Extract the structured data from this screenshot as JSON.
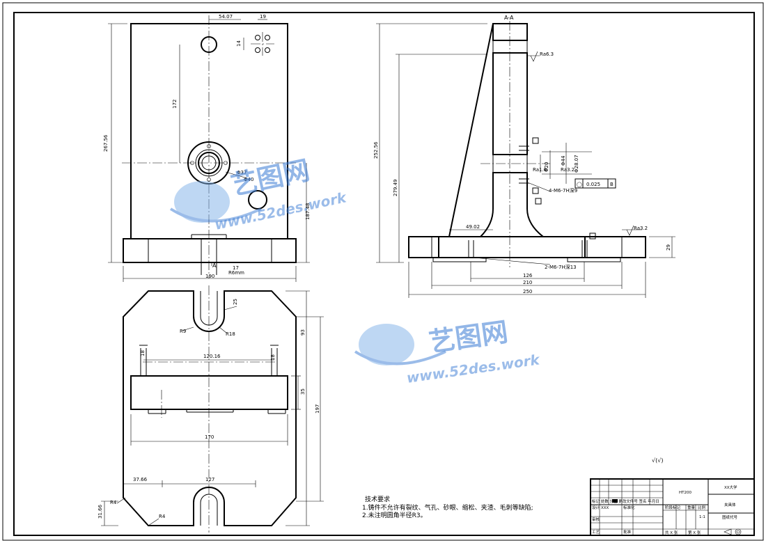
{
  "section_label": "A-A",
  "section_cut_label": "A",
  "front_view": {
    "dims": {
      "top_offset": "54.07",
      "hole_pitch_x": "19",
      "hole_pitch_y": "14",
      "height_left": "267.56",
      "height_inner": "172",
      "bore_dia_small": "Φ37",
      "bore_dia_large": "Φ40",
      "height_right": "187.48",
      "width_bottom": "190",
      "slot_width": "17",
      "slot_depth": "R6mm"
    }
  },
  "section_view": {
    "dims": {
      "height_outer": "252.56",
      "height_inner": "279.49",
      "rib_width": "49.02",
      "base_height": "29",
      "hole_spacing": "126",
      "base_inner": "210",
      "base_total": "250",
      "bore_small": "Φ20",
      "bore_mid": "Φ28.07",
      "bore_large": "Φ44",
      "tol_frame": "0.025",
      "datum": "B",
      "flatness_sym": "◯",
      "thread_top": "4-M6-7H深9",
      "thread_base": "2-M6-7H深13",
      "rough_1": "Ra6.3",
      "rough_2": "Ra1.6",
      "rough_3": "Ra3.2",
      "rough_4": "Ra3.2"
    }
  },
  "plan_view": {
    "dims": {
      "slot_width": "25",
      "radius_small": "R9",
      "radius_large": "R18",
      "top_right": "93",
      "post_left": "18",
      "post_right": "18",
      "span_mid": "120.16",
      "block_height": "35",
      "total_height": "197",
      "block_width": "170",
      "bottom_left": "37.66",
      "bottom_span": "127",
      "chamfer_1": "R4",
      "chamfer_2": "R4",
      "edge": "31.66"
    }
  },
  "roughness_note": "√(√)",
  "tech_requirements": {
    "title": "技术要求",
    "line1": "1.铸件不允许有裂纹、气孔、砂眼、缩松、夹渣、毛刺等缺陷;",
    "line2": "2.未注明圆角半径R3。"
  },
  "title_block": {
    "material": "HT200",
    "school": "XX大学",
    "part_name": "夹具体",
    "drawing_no": "图纸代号",
    "scale_label": "比例",
    "scale": "1:1",
    "weight_label": "重量",
    "stage_label": "阶段标记",
    "designer_label": "设计",
    "designer": "XXX",
    "std_label": "标准化",
    "check_label": "审核",
    "process_label": "工艺",
    "approve_label": "批准",
    "sheet_total": "共 X 张",
    "sheet_no": "第 X 张",
    "rev_cols": "标记 处数 分区 更改文件号 签名 年月日"
  },
  "watermark": {
    "cn": "艺图网",
    "url": "www.52des.work"
  }
}
